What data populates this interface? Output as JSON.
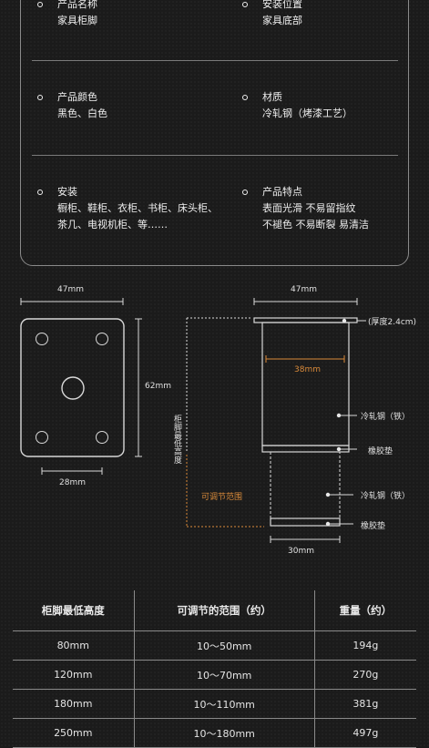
{
  "info": [
    {
      "label": "产品名称",
      "value": "家具柜脚"
    },
    {
      "label": "安装位置",
      "value": "家具底部"
    },
    {
      "label": "产品颜色",
      "value": "黑色、白色"
    },
    {
      "label": "材质",
      "value": "冷轧钢（烤漆工艺）"
    },
    {
      "label": "安装",
      "value": "橱柜、鞋柜、衣柜、书柜、床头柜、\n茶几、电视机柜、等……"
    },
    {
      "label": "产品特点",
      "value": "表面光滑 不易留指纹\n不褪色 不易断裂 易清洁"
    }
  ],
  "diagram": {
    "plate_width": "47mm",
    "plate_height": "62mm",
    "hole_spacing": "28mm",
    "side_width": "47mm",
    "thickness": "(厚度2.4cm)",
    "inner_width": "38mm",
    "min_height": "柜脚最低高度",
    "cold_rolled_1": "冷轧钢（铁）",
    "rubber_1": "橡胶垫",
    "adjustable": "可调节范围",
    "cold_rolled_2": "冷轧钢（铁）",
    "rubber_2": "橡胶垫",
    "bottom_width": "30mm",
    "accent": "#d98a3a"
  },
  "table": {
    "headers": [
      "柜脚最低高度",
      "可调节的范围（约）",
      "重量（约）"
    ],
    "rows": [
      [
        "80mm",
        "10～50mm",
        "194g"
      ],
      [
        "120mm",
        "10～70mm",
        "270g"
      ],
      [
        "180mm",
        "10～110mm",
        "381g"
      ],
      [
        "250mm",
        "10～180mm",
        "497g"
      ]
    ]
  }
}
